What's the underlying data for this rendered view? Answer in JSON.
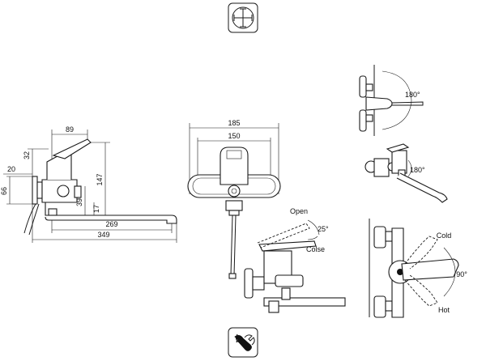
{
  "top_view": {
    "dimensions": {
      "handle_reach": "89",
      "height_147": "147",
      "top_32": "32",
      "side_20": "20",
      "height_66": "66",
      "outlet_39": "39",
      "outlet_17": "17",
      "spout_269": "269",
      "overall_349": "349"
    }
  },
  "front_view": {
    "dimensions": {
      "width_185": "185",
      "centers_150": "150"
    }
  },
  "handle_view": {
    "open_label": "Open",
    "close_label": "Colse",
    "tilt_angle": "25°"
  },
  "rotation_views": {
    "handle_rotation": "180°",
    "spout_rotation": "180°"
  },
  "temperature_view": {
    "cold_label": "Cold",
    "hot_label": "Hot",
    "swing_angle": "90°"
  }
}
